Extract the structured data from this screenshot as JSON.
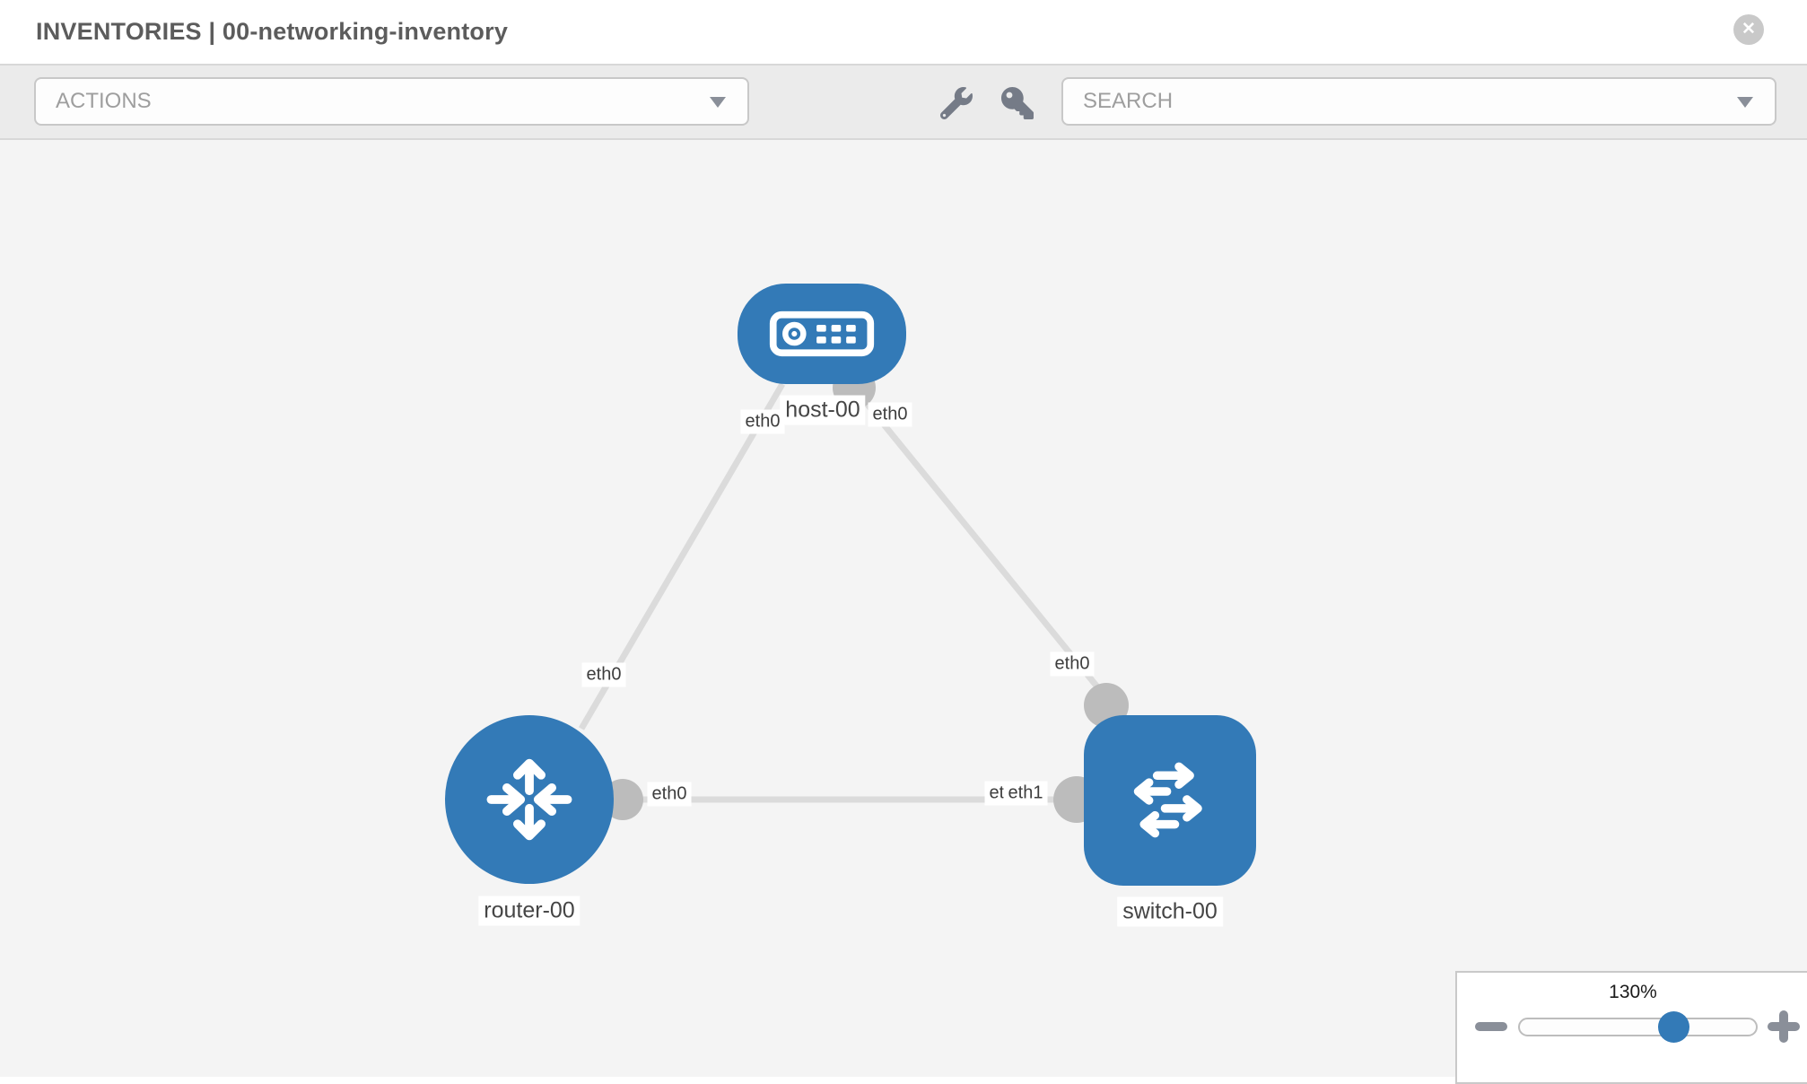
{
  "header": {
    "title": "INVENTORIES | 00-networking-inventory",
    "close_icon": "✕"
  },
  "toolbar": {
    "actions_label": "ACTIONS",
    "search_placeholder": "SEARCH",
    "icon_names": [
      "wrench-icon",
      "key-icon"
    ]
  },
  "topology": {
    "nodes": [
      {
        "label": "host-00",
        "type": "host"
      },
      {
        "label": "router-00",
        "type": "router"
      },
      {
        "label": "switch-00",
        "type": "switch"
      }
    ],
    "links": [
      {
        "from": "host-00",
        "from_if": "eth0",
        "to": "router-00",
        "to_if": "eth0"
      },
      {
        "from": "host-00",
        "from_if": "eth0",
        "to": "switch-00",
        "to_if": "eth0"
      },
      {
        "from": "router-00",
        "from_if": "eth0",
        "to": "switch-00",
        "to_if": "eth1"
      }
    ],
    "interface_labels": {
      "host_left": "eth0",
      "host_right": "eth0",
      "mid_left": "eth0",
      "mid_right": "eth0",
      "router_right": "eth0",
      "switch_back": "eth0",
      "switch_front": "eth1"
    }
  },
  "zoom_control": {
    "level": "130%"
  },
  "colors": {
    "node_blue": "#337ab7",
    "link_gray": "#dbdbdb",
    "endpoint_gray": "#bcbcbc",
    "toolbar_bg": "#ebebeb",
    "canvas_bg": "#f4f4f4",
    "tool_icon_gray": "#757b87"
  }
}
